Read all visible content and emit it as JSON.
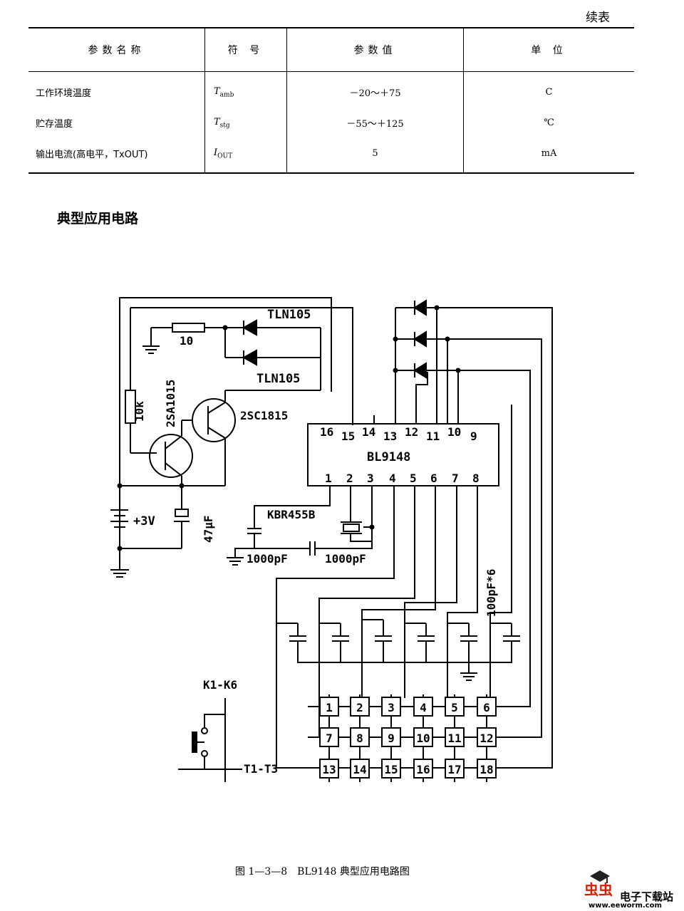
{
  "header": {
    "continued": "续表"
  },
  "table": {
    "headers": [
      "参数名称",
      "符 号",
      "参数值",
      "单 位"
    ],
    "rows": [
      {
        "name": "工作环境温度",
        "symbol": "T",
        "sub": "amb",
        "value": "－20～＋75",
        "unit": "C"
      },
      {
        "name": "贮存温度",
        "symbol": "T",
        "sub": "stg",
        "value": "－55～＋125",
        "unit": "℃"
      },
      {
        "name": "输出电流(高电平，TxOUT)",
        "symbol": "I",
        "sub": "OUT",
        "value": "5",
        "unit": "mA"
      }
    ]
  },
  "section": {
    "title": "典型应用电路"
  },
  "circuit": {
    "ic": "BL9148",
    "top_pins": [
      "16",
      "15",
      "14",
      "13",
      "12",
      "11",
      "10",
      "9"
    ],
    "bottom_pins": [
      "1",
      "2",
      "3",
      "4",
      "5",
      "6",
      "7",
      "8"
    ],
    "labels": {
      "led1": "TLN105",
      "led2": "TLN105",
      "res10": "10",
      "res10k": "10k",
      "q1": "2SA1015",
      "q2": "2SC1815",
      "battery": "+3V",
      "cap47": "47μF",
      "resonator": "KBR455B",
      "cap1": "1000pF",
      "cap2": "1000pF",
      "caps6": "100pF*6",
      "keys": "K1-K6",
      "toggles": "T1-T3"
    },
    "keys": [
      [
        "1",
        "2",
        "3",
        "4",
        "5",
        "6"
      ],
      [
        "7",
        "8",
        "9",
        "10",
        "11",
        "12"
      ],
      [
        "13",
        "14",
        "15",
        "16",
        "17",
        "18"
      ]
    ]
  },
  "caption": "图 1—3—8　BL9148 典型应用电路图",
  "watermark": {
    "brand": "电子下载站",
    "url": "www.eeworm.com"
  }
}
